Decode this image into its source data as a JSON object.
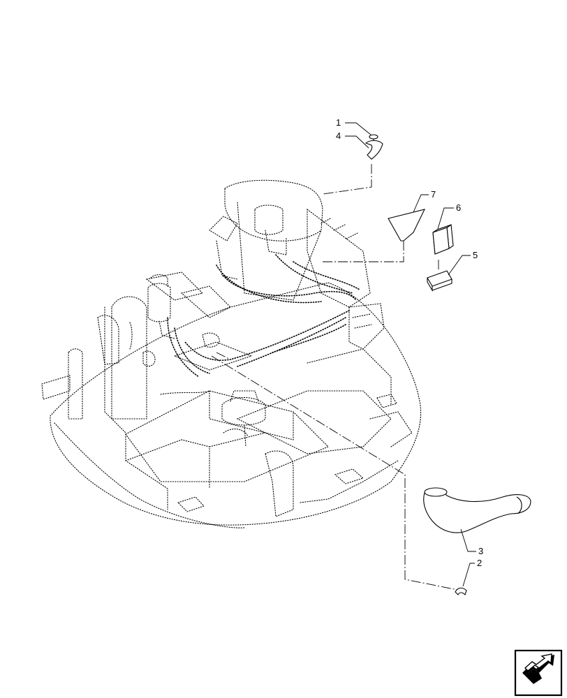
{
  "callouts": [
    {
      "id": "1",
      "label": "1"
    },
    {
      "id": "2",
      "label": "2"
    },
    {
      "id": "3",
      "label": "3"
    },
    {
      "id": "4",
      "label": "4"
    },
    {
      "id": "5",
      "label": "5"
    },
    {
      "id": "6",
      "label": "6"
    },
    {
      "id": "7",
      "label": "7"
    }
  ],
  "nav_icon": "view-orientation-arrow-icon"
}
